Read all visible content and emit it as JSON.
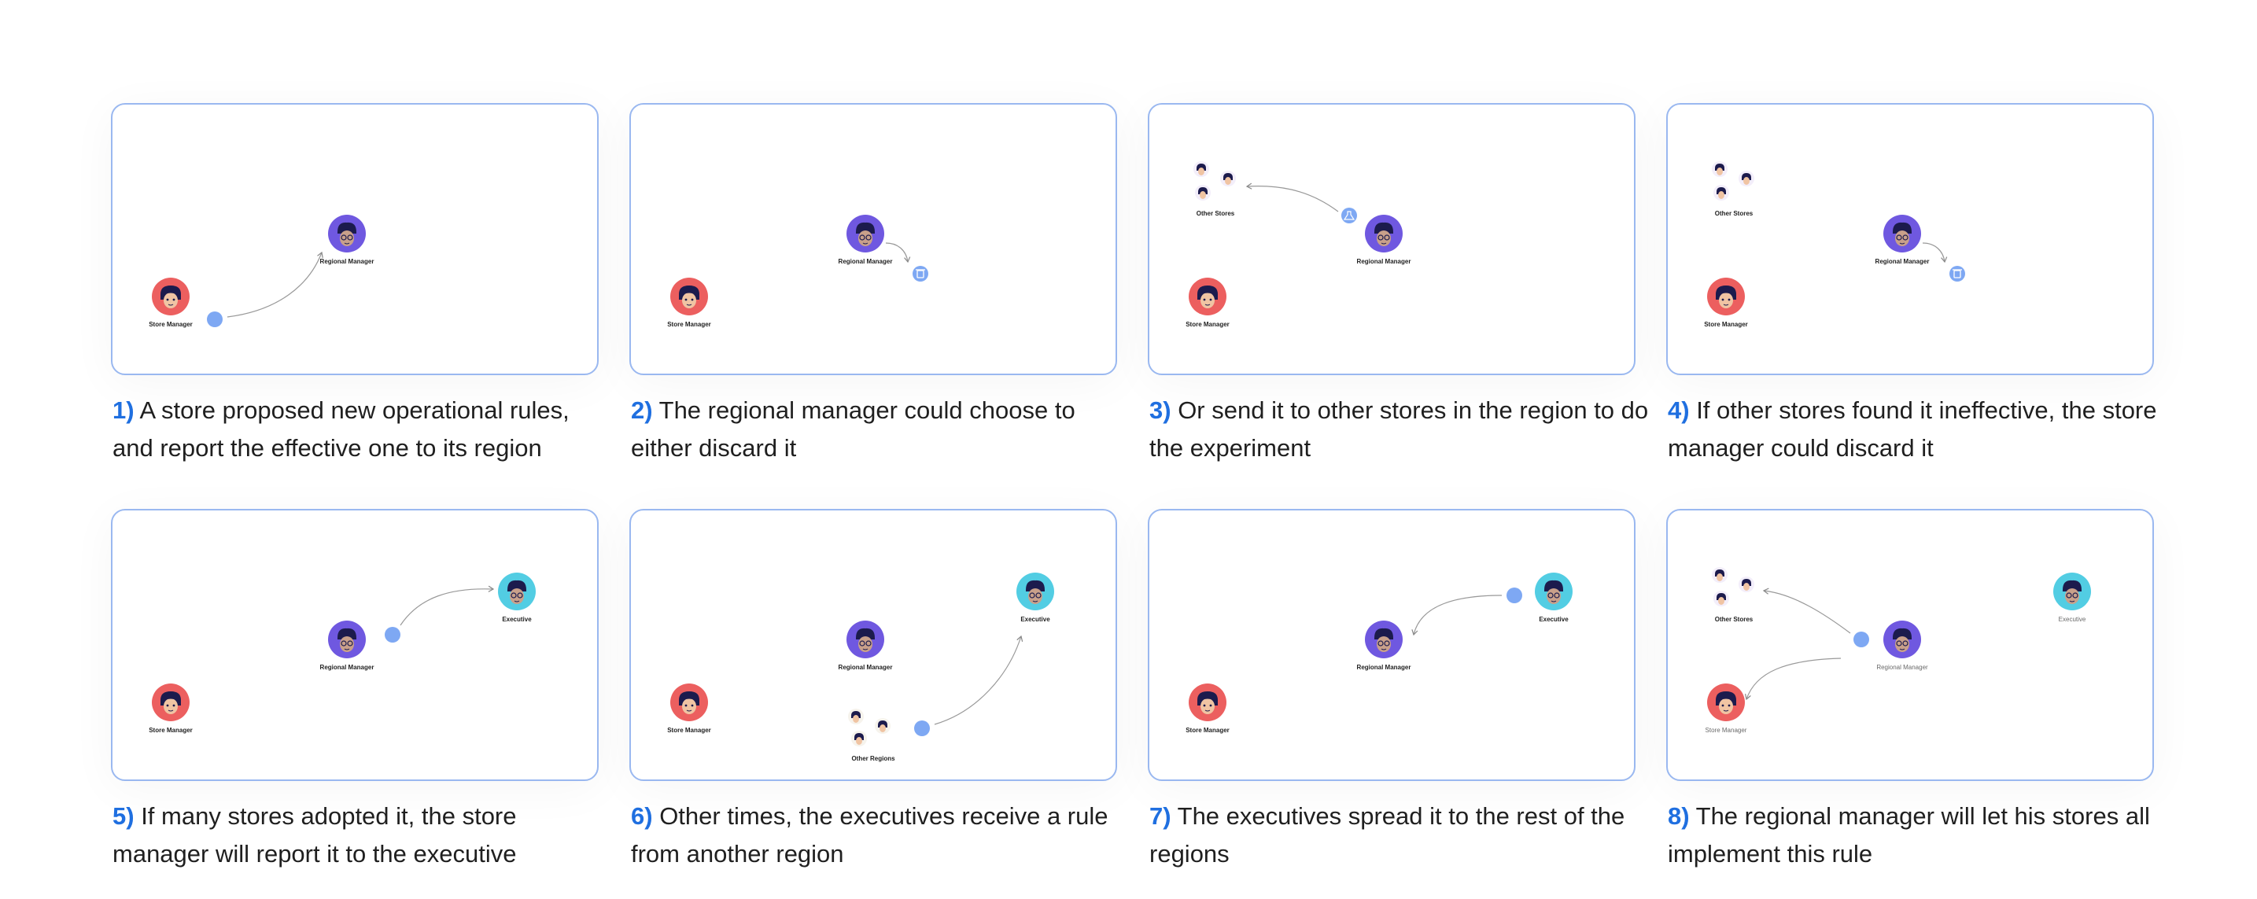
{
  "labels": {
    "store_manager": "Store Manager",
    "regional_manager": "Regional Manager",
    "executive": "Executive",
    "other_stores": "Other Stores",
    "other_regions": "Other Regions"
  },
  "colors": {
    "accent": "#1f6fe0",
    "card_border": "#9ab8f0",
    "dot": "#7ea8f3",
    "store_manager": "#ec5f5f",
    "regional_manager": "#6f58e0",
    "executive": "#52cde3"
  },
  "steps": [
    {
      "num": "1)",
      "text": " A store proposed new operational rules, and report the effective one to its region"
    },
    {
      "num": "2)",
      "text": " The regional manager could choose to either discard it"
    },
    {
      "num": "3)",
      "text": " Or send it to other stores in the region to do the experiment"
    },
    {
      "num": "4)",
      "text": " If other stores found it ineffective, the store manager could discard it"
    },
    {
      "num": "5)",
      "text": " If many stores adopted it, the store manager will report it to the executive"
    },
    {
      "num": "6)",
      "text": " Other times, the executives receive a rule from another region"
    },
    {
      "num": "7)",
      "text": " The executives spread it to the rest of the regions"
    },
    {
      "num": "8)",
      "text": " The regional manager will let his stores all implement this rule"
    }
  ]
}
